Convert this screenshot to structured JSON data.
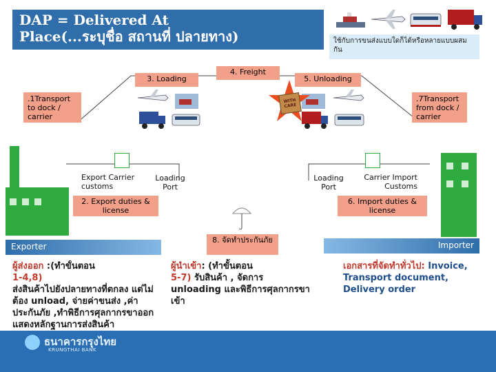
{
  "title": {
    "line1": "DAP = Delivered At",
    "line2": "Place(...ระบุชื่อ     สถานที่   ปลายทาง)"
  },
  "top_note": "ใช้กับการขนส่งแบบใดก็ได้หรือหลายแบบผสมกัน",
  "steps": {
    "transport_to_dock": ".1Transport to dock / carrier",
    "loading": "3. Loading",
    "freight": "4. Freight",
    "unloading": "5. Unloading",
    "transport_from_dock": ".7Transport from dock / carrier",
    "export_duties": "2. Export duties & license",
    "import_duties": "6. Import duties & license",
    "insurance": "8. จัดทำประกันภัย"
  },
  "labels": {
    "export_carrier": "Export  Carrier",
    "customs_left": "customs",
    "loading_port_left": "Loading Port",
    "loading_port_right": "Loading Port",
    "carrier_import": "Carrier  Import",
    "customs_right": "Customs",
    "exporter": "Exporter",
    "importer": "Importer",
    "crate": "WITH CARE"
  },
  "exporter_text": {
    "head": "ผู้ส่งออก",
    "head_rest": " :(ทำขั้นตอน",
    "steps": "1-4,8)",
    "body": "ส่งสินค้าไปยังปลายทางที่ตกลง  แต่ไม่ต้อง unload, จ่ายค่าขนส่ง  ,ค่าประกันภัย ,ทำพิธีการศุลกากรขาออก แสดงหลักฐานการส่งสินค้า"
  },
  "importer_text": {
    "head": "ผู้นำเข้า",
    "head_rest": ": (ทำขั้นตอน",
    "steps": "5-7)",
    "body": " รับสินค้า    , จัดการ unloading และพิธีการศุลกากรขาเข้า"
  },
  "documents_text": {
    "head": "เอกสารที่จัดทำทั่วไป: ",
    "body": "Invoice, Transport document, Delivery order"
  },
  "bank": {
    "name_th": "ธนาคารกรุงไทย",
    "name_en": "KRUNGTHAI BANK"
  },
  "colors": {
    "title_bg": "#2f6eab",
    "pill": "#f2a08a",
    "building": "#2eaa3f",
    "star": "#e84c1f",
    "band": "#2a6fb3"
  }
}
